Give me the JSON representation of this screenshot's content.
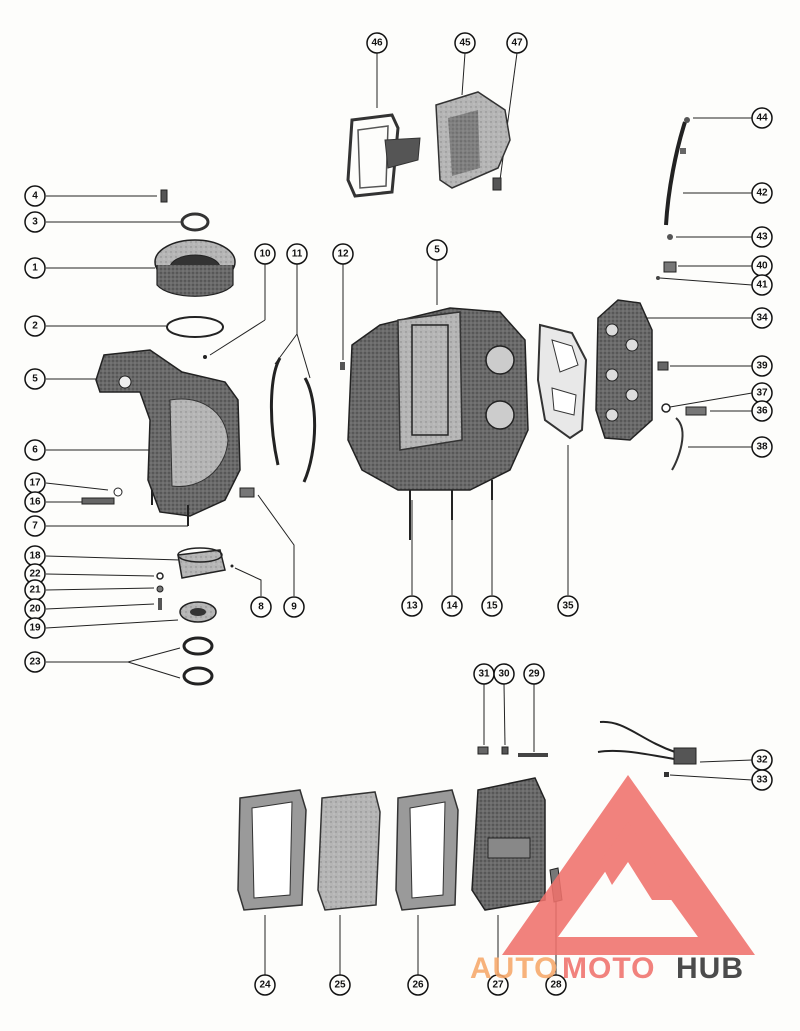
{
  "callouts": [
    {
      "n": "46"
    },
    {
      "n": "45"
    },
    {
      "n": "47"
    },
    {
      "n": "44"
    },
    {
      "n": "42"
    },
    {
      "n": "43"
    },
    {
      "n": "40"
    },
    {
      "n": "41"
    },
    {
      "n": "34"
    },
    {
      "n": "39"
    },
    {
      "n": "37"
    },
    {
      "n": "36"
    },
    {
      "n": "38"
    },
    {
      "n": "4"
    },
    {
      "n": "3"
    },
    {
      "n": "1"
    },
    {
      "n": "2"
    },
    {
      "n": "5"
    },
    {
      "n": "6"
    },
    {
      "n": "17"
    },
    {
      "n": "16"
    },
    {
      "n": "7"
    },
    {
      "n": "18"
    },
    {
      "n": "22"
    },
    {
      "n": "21"
    },
    {
      "n": "20"
    },
    {
      "n": "19"
    },
    {
      "n": "23"
    },
    {
      "n": "10"
    },
    {
      "n": "11"
    },
    {
      "n": "12"
    },
    {
      "n": "5"
    },
    {
      "n": "8"
    },
    {
      "n": "9"
    },
    {
      "n": "13"
    },
    {
      "n": "14"
    },
    {
      "n": "15"
    },
    {
      "n": "35"
    },
    {
      "n": "31"
    },
    {
      "n": "30"
    },
    {
      "n": "29"
    },
    {
      "n": "32"
    },
    {
      "n": "33"
    },
    {
      "n": "24"
    },
    {
      "n": "25"
    },
    {
      "n": "26"
    },
    {
      "n": "27"
    },
    {
      "n": "28"
    }
  ],
  "logo": {
    "part1": "AUTO",
    "part2": "MOTO",
    "part3": "HUB",
    "color_red": "#f0726c",
    "color_orange": "#f7a86a",
    "color_dark": "#333333"
  }
}
